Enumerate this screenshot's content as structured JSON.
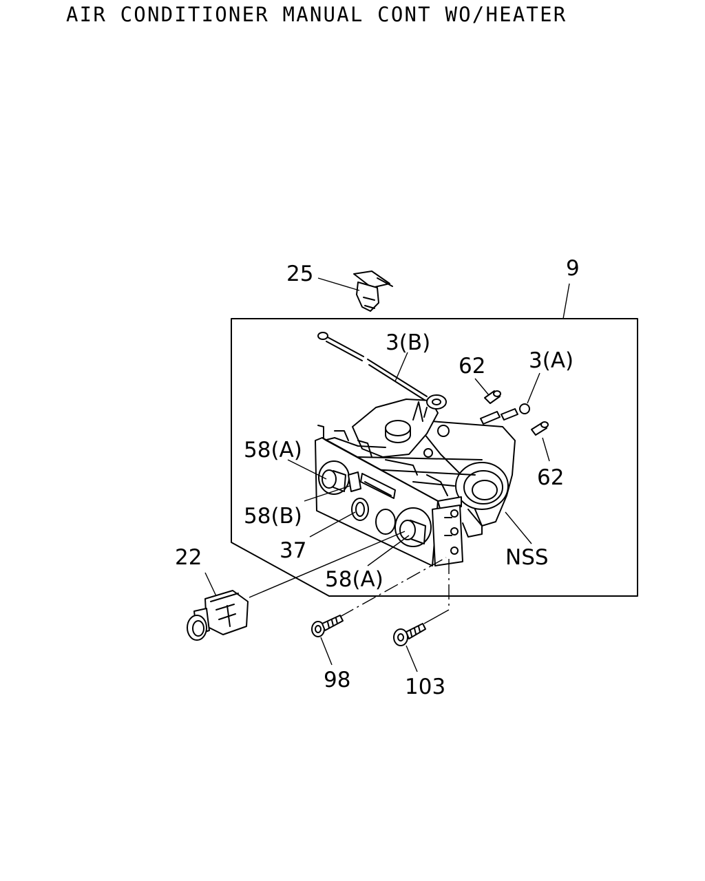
{
  "title": "AIR CONDITIONER MANUAL CONT WO/HEATER",
  "callouts": {
    "c25": "25",
    "c9": "9",
    "c3b": "3(B)",
    "c62_top": "62",
    "c3a": "3(A)",
    "c58a_top": "58(A)",
    "c62_right": "62",
    "c58b": "58(B)",
    "c37": "37",
    "c22": "22",
    "c58a_bottom": "58(A)",
    "cnss": "NSS",
    "c98": "98",
    "c103": "103"
  }
}
